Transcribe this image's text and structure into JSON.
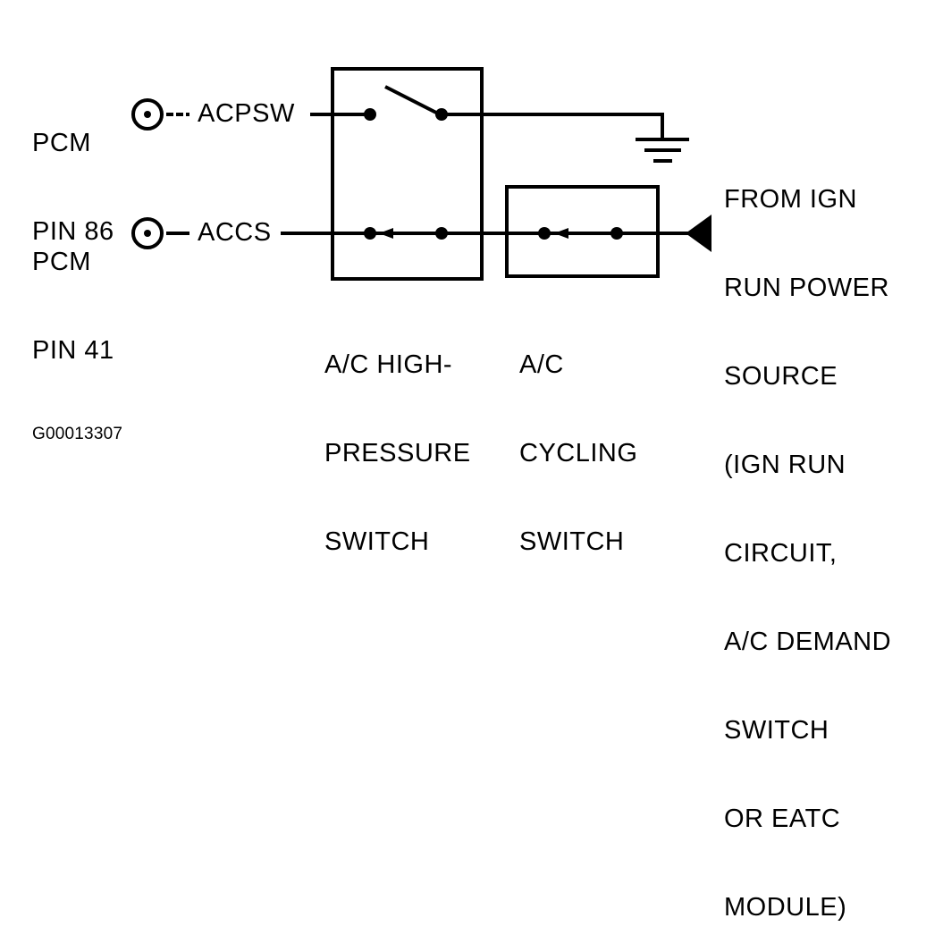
{
  "pcm_top": {
    "line1": "PCM",
    "line2": "PIN 86"
  },
  "pcm_bottom": {
    "line1": "PCM",
    "line2": "PIN 41"
  },
  "signal_top": "ACPSW",
  "signal_bottom": "ACCS",
  "high_pressure_switch": {
    "line1": "A/C HIGH-",
    "line2": "PRESSURE",
    "line3": "SWITCH"
  },
  "cycling_switch": {
    "line1": "A/C",
    "line2": "CYCLING",
    "line3": "SWITCH"
  },
  "power_source": {
    "lines": [
      "FROM IGN",
      "RUN POWER",
      "SOURCE",
      "(IGN RUN",
      "CIRCUIT,",
      "A/C DEMAND",
      "SWITCH",
      "OR EATC",
      "MODULE)"
    ]
  },
  "figure_id": "G00013307",
  "colors": {
    "ink": "#000000",
    "background": "#ffffff"
  }
}
